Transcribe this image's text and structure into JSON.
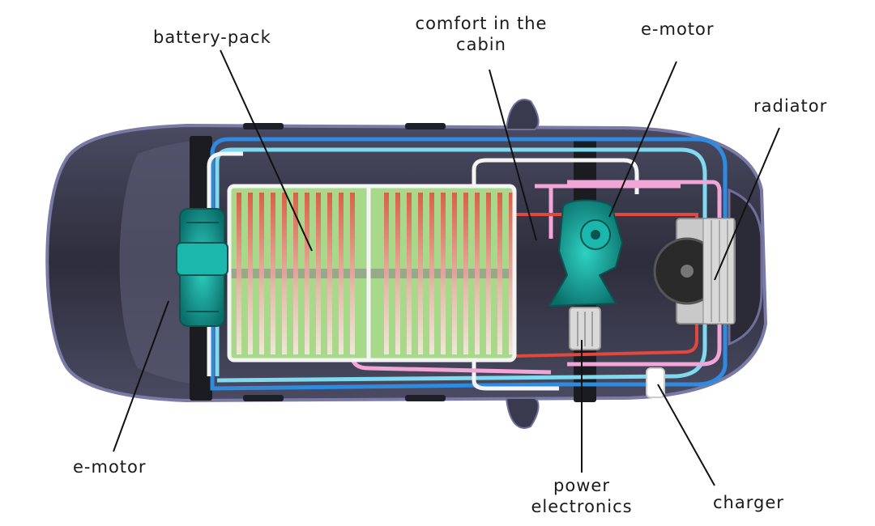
{
  "labels": {
    "battery_pack": "battery-pack",
    "comfort_line1": "comfort in the",
    "comfort_line2": "cabin",
    "emotor_front": "e-motor",
    "radiator": "radiator",
    "emotor_rear": "e-motor",
    "power_line1": "power",
    "power_line2": "electronics",
    "charger": "charger"
  },
  "colors": {
    "car_body": "#3b3b4f",
    "car_outline": "#6f6f9a",
    "hot_loop": "#e4473c",
    "pink_loop": "#f2a6d8",
    "white_loop": "#f4f4f4",
    "cyan_loop": "#7fd9ef",
    "blue_loop": "#2f8be0",
    "battery_cells": "#a8d98a",
    "motor": "#14a9a0"
  }
}
